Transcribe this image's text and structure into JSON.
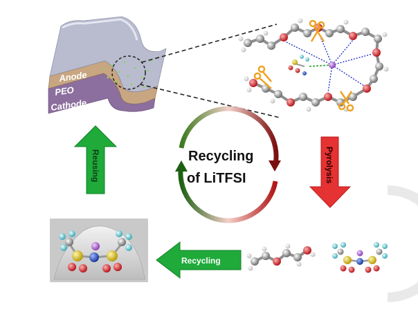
{
  "battery": {
    "anode_label": "Anode",
    "peo_label": "PEO",
    "cathode_label": "Cathode"
  },
  "cycle": {
    "line1": "Recycling",
    "line2": "of LiTFSI"
  },
  "arrows": {
    "reusing_label": "Reusing",
    "pyrolysis_label": "Pyrolysis",
    "recycling_label": "Recycling"
  },
  "colors": {
    "green_arrow": "#1faa3a",
    "red_arrow": "#e53232",
    "anode_layer": "#b9bccf",
    "peo_layer": "#c8a681",
    "cathode_layer": "#8c6f9e",
    "carbon_atom": "#9a9a9a",
    "oxygen_atom": "#e0262b",
    "sulfur_atom": "#e8d21c",
    "fluorine_atom": "#7fd3dd",
    "nitrogen_atom": "#2b57c8",
    "lithium_atom": "#b46ad1",
    "scissors": "#f0a323"
  }
}
